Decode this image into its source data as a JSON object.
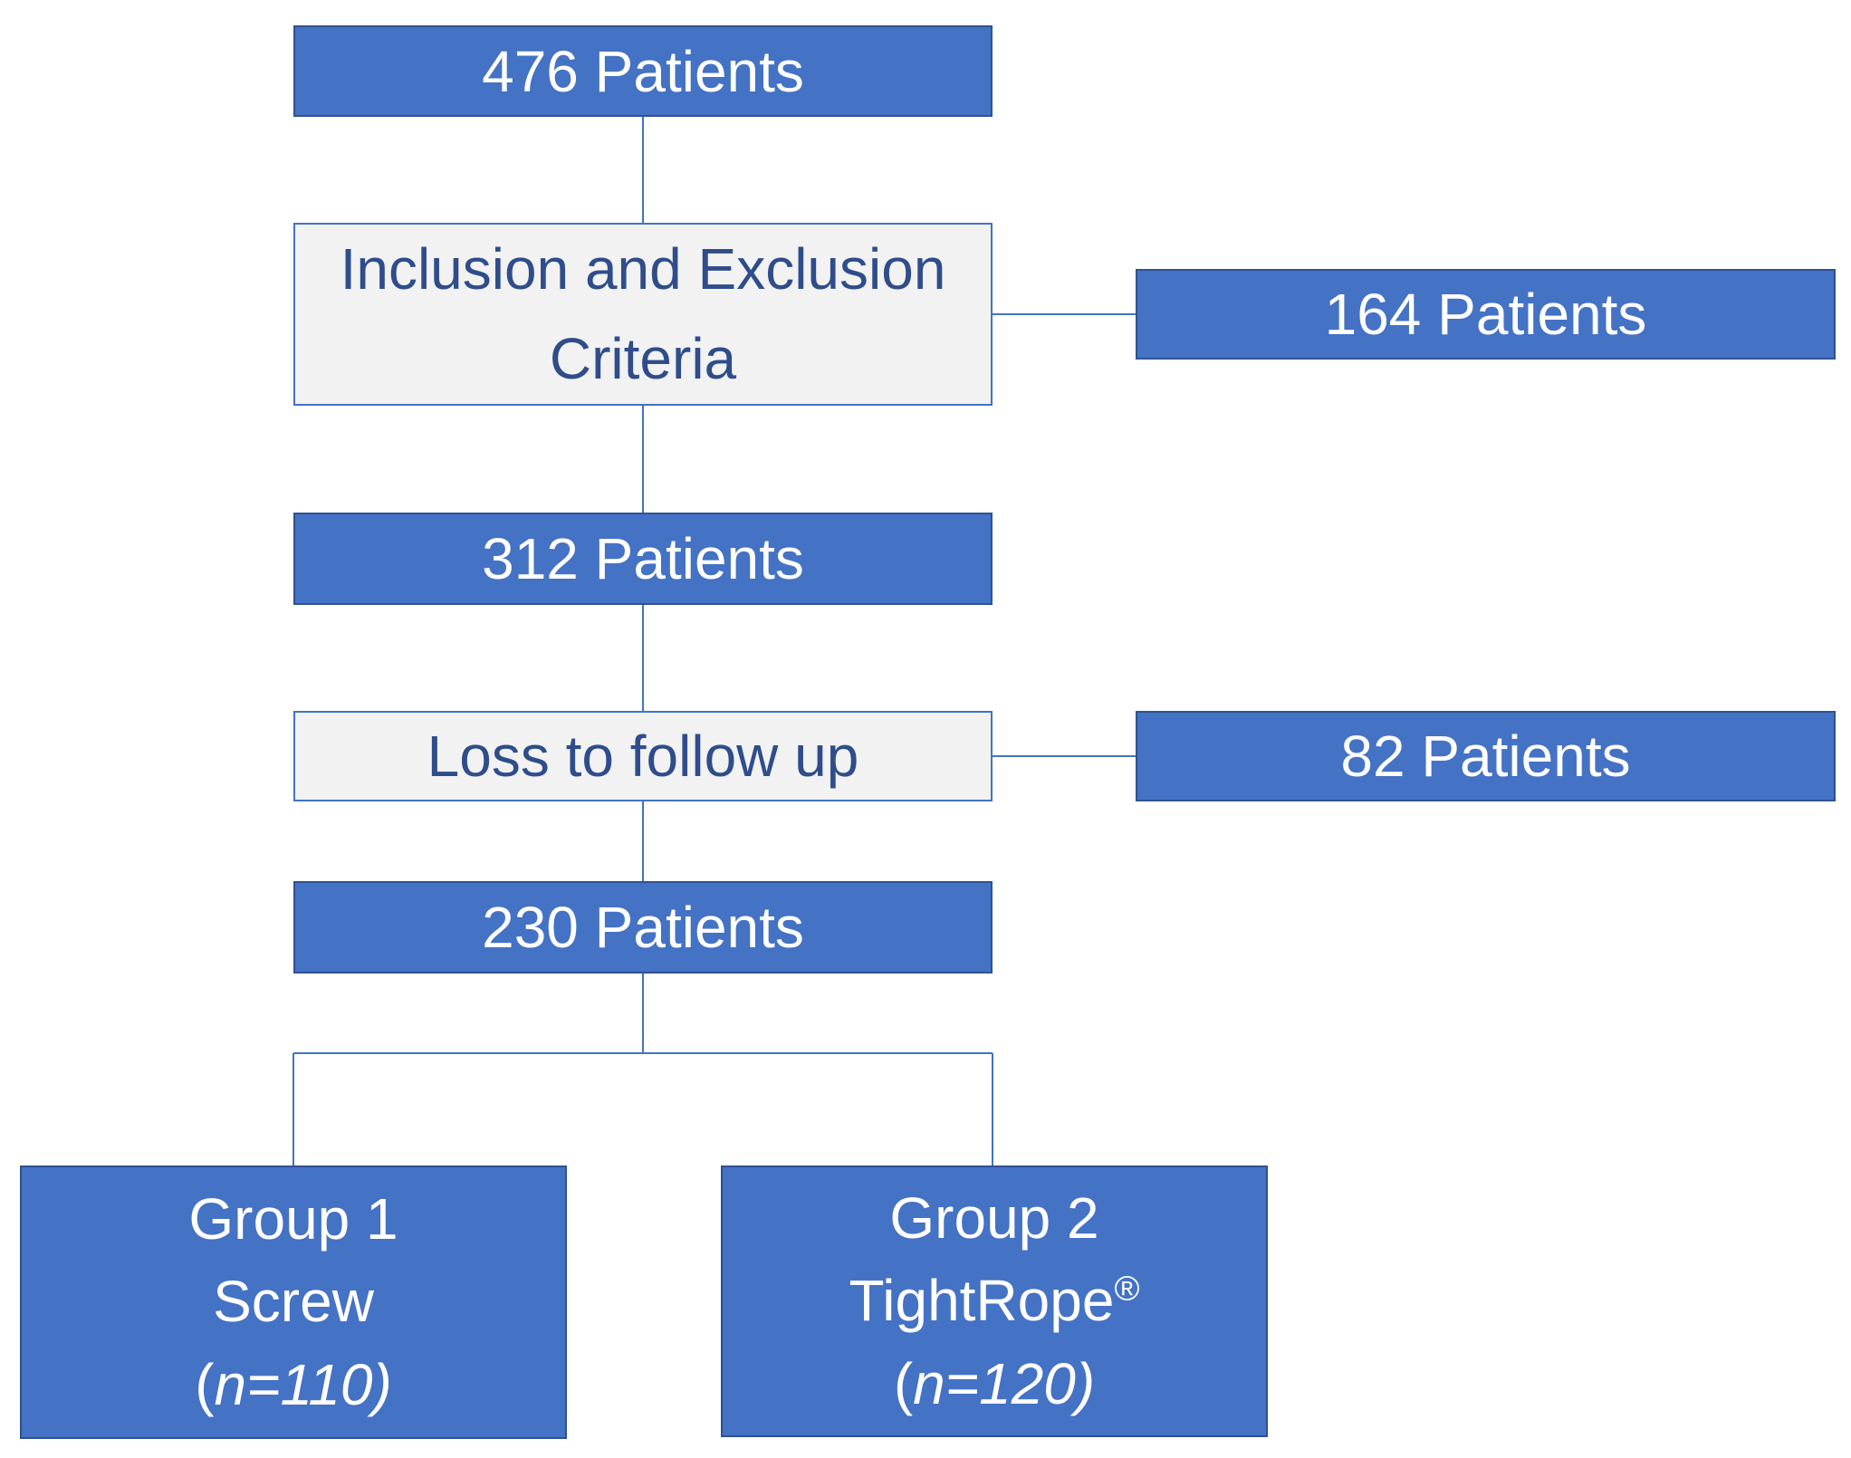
{
  "nodes": {
    "total": {
      "label": "476 Patients"
    },
    "criteria": {
      "line1": "Inclusion and Exclusion",
      "line2": "Criteria"
    },
    "excluded": {
      "label": "164 Patients"
    },
    "eligible": {
      "label": "312 Patients"
    },
    "loss": {
      "label": "Loss to follow up"
    },
    "lost": {
      "label": "82 Patients"
    },
    "final": {
      "label": "230 Patients"
    },
    "group1": {
      "title": "Group 1",
      "method": "Screw",
      "n_prefix": "(",
      "n": "n=110)"
    },
    "group2": {
      "title": "Group 2",
      "method": "TightRope",
      "reg": "®",
      "n_prefix": "(",
      "n": "n=120)"
    }
  },
  "colors": {
    "box_fill": "#4472C4",
    "box_border": "#2F528F",
    "step_fill": "#F2F2F2",
    "step_text": "#2F4D8A",
    "connector": "#4472C4"
  }
}
